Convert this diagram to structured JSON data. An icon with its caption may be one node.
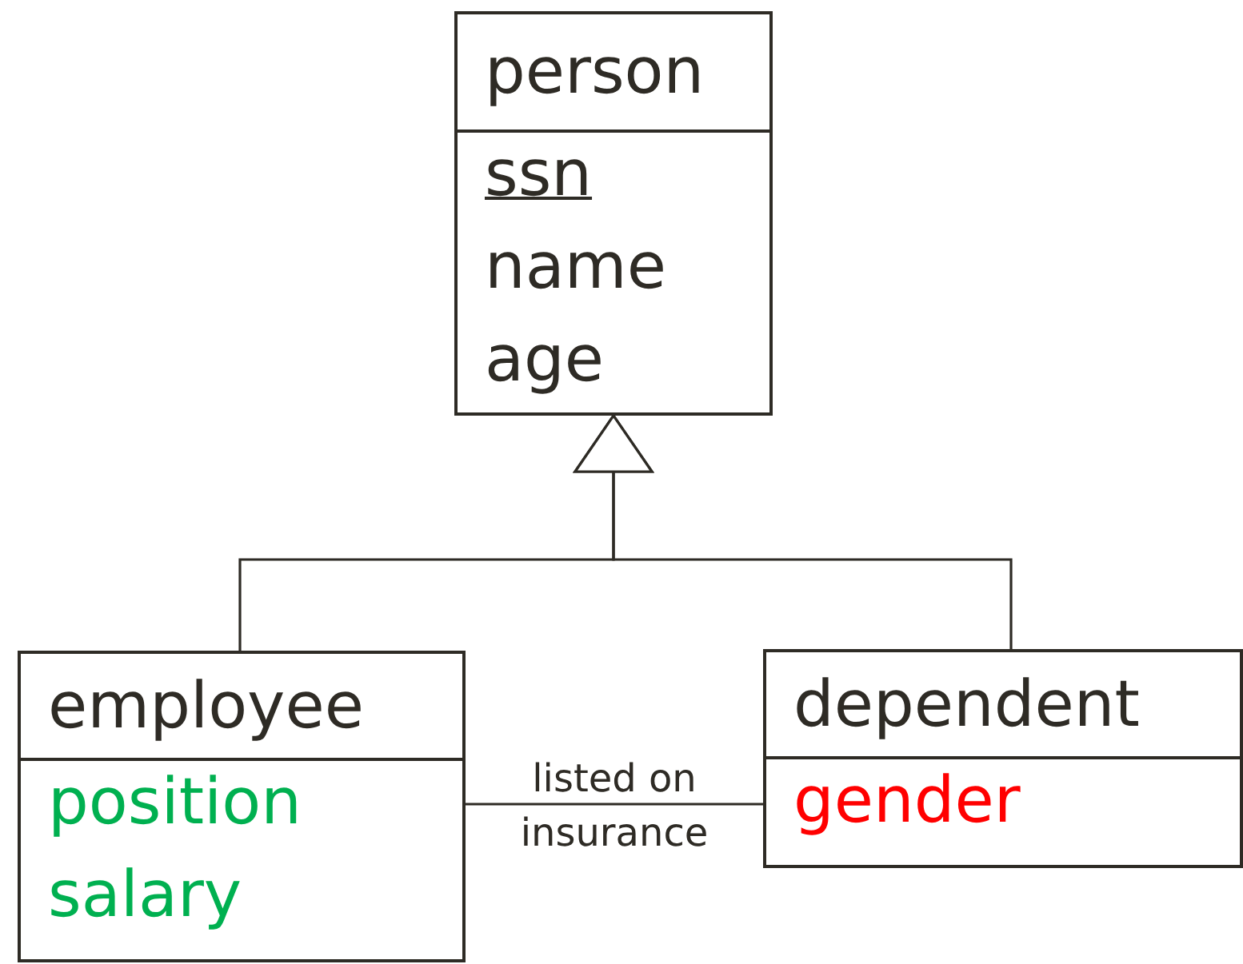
{
  "diagram": {
    "nodes": [
      {
        "text": [
          "person",
          "ssn",
          "name",
          "age"
        ]
      },
      {
        "text": [
          "employee",
          "position",
          "salary"
        ]
      },
      {
        "text": [
          "dependent",
          "gender"
        ]
      }
    ],
    "edges": [
      {
        "from": 1,
        "to": 0,
        "arrow": "to"
      },
      {
        "from": 2,
        "to": 0,
        "arrow": "to"
      },
      {
        "from": 1,
        "to": 2,
        "arrow": "none",
        "label": "listed on insurance"
      }
    ]
  }
}
